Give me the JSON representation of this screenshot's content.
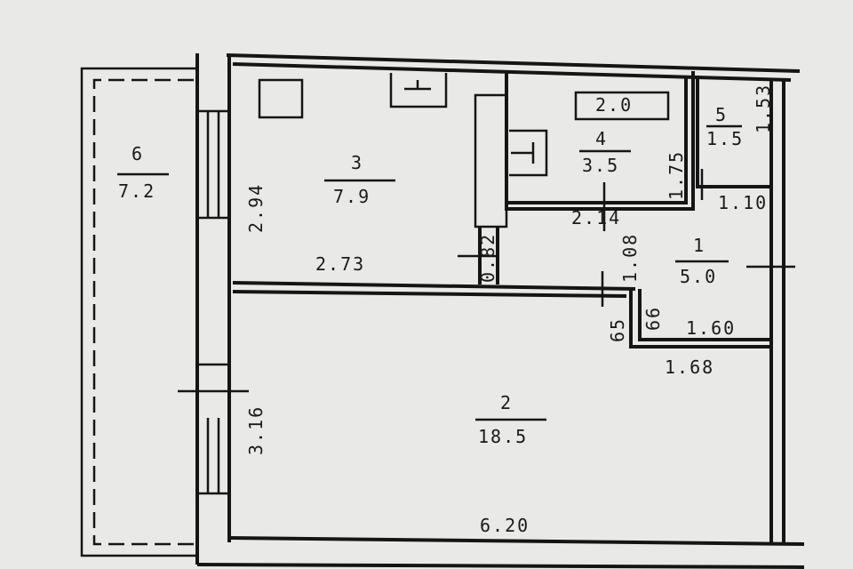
{
  "plan": {
    "rooms": [
      {
        "number": "1",
        "area": "5.0"
      },
      {
        "number": "2",
        "area": "18.5"
      },
      {
        "number": "3",
        "area": "7.9"
      },
      {
        "number": "4",
        "area": "3.5"
      },
      {
        "number": "5",
        "area": "1.5"
      },
      {
        "number": "6",
        "area": "7.2"
      }
    ],
    "dimensions": {
      "d_294": "2.94",
      "d_273": "2.73",
      "d_082": "0.82",
      "d_214": "2.14",
      "d_108": "1.08",
      "d_175": "1.75",
      "d_153": "1.53",
      "d_110": "1.10",
      "d_160": "1.60",
      "d_168": "1.68",
      "d_65": "65",
      "d_66": "66",
      "d_316": "3.16",
      "d_620": "6.20",
      "bath_fixture": "2.0"
    }
  }
}
